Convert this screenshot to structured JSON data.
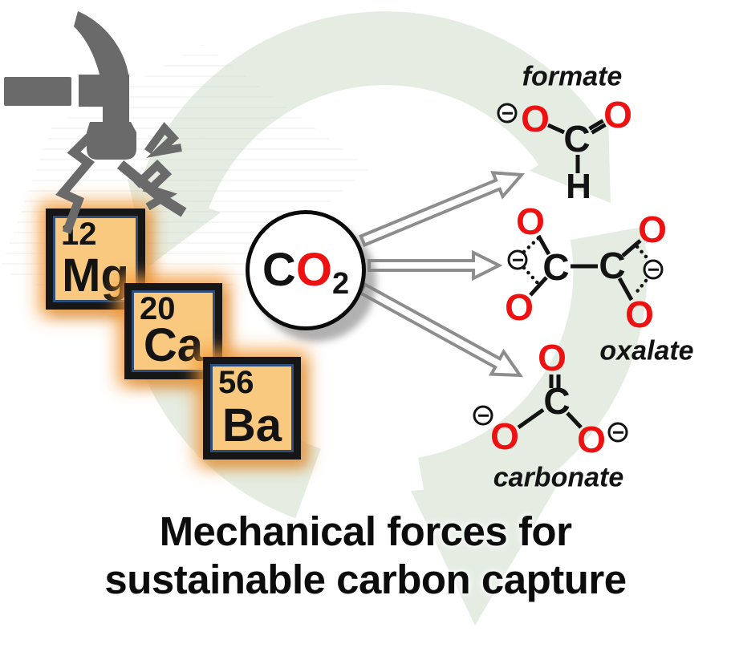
{
  "poster": {
    "title_line1": "Mechanical forces for",
    "title_line2": "sustainable carbon capture"
  },
  "reactant": {
    "c": "C",
    "o": "O",
    "subscript": "2",
    "formula_reading": "CO2"
  },
  "element_tiles": [
    {
      "atomic_number": "12",
      "symbol": "Mg"
    },
    {
      "atomic_number": "20",
      "symbol": "Ca"
    },
    {
      "atomic_number": "56",
      "symbol": "Ba"
    }
  ],
  "products": {
    "formate": {
      "label": "formate",
      "atoms": {
        "o_left": "O",
        "c": "C",
        "o_right": "O",
        "h": "H"
      }
    },
    "oxalate": {
      "label": "oxalate",
      "atoms": {
        "o_top_left": "O",
        "o_bottom_left": "O",
        "c_left": "C",
        "c_right": "C",
        "o_top_right": "O",
        "o_bottom_right": "O"
      }
    },
    "carbonate": {
      "label": "carbonate",
      "atoms": {
        "o_top": "O",
        "c": "C",
        "o_left": "O",
        "o_right": "O"
      }
    }
  },
  "icons": {
    "hammer": "hammer",
    "impact_cracks": "lightning-cracks",
    "recycle_background": "recycling-arrows",
    "minus_charge": "circled-minus",
    "product_arrows": "hollow-arrow"
  },
  "colors": {
    "oxygen_red": "#ee1111",
    "carbon_black": "#131313",
    "tile_orange": "#f9c97f",
    "tile_border_black": "#161616",
    "tile_inner_navy": "#2e4d7b",
    "tile_glow_orange": "#f39b3a",
    "hammer_gray": "#6a6a6a",
    "arrow_gray": "#8d8d8d",
    "recycle_green": "#e5ede3",
    "background_white": "#ffffff"
  }
}
